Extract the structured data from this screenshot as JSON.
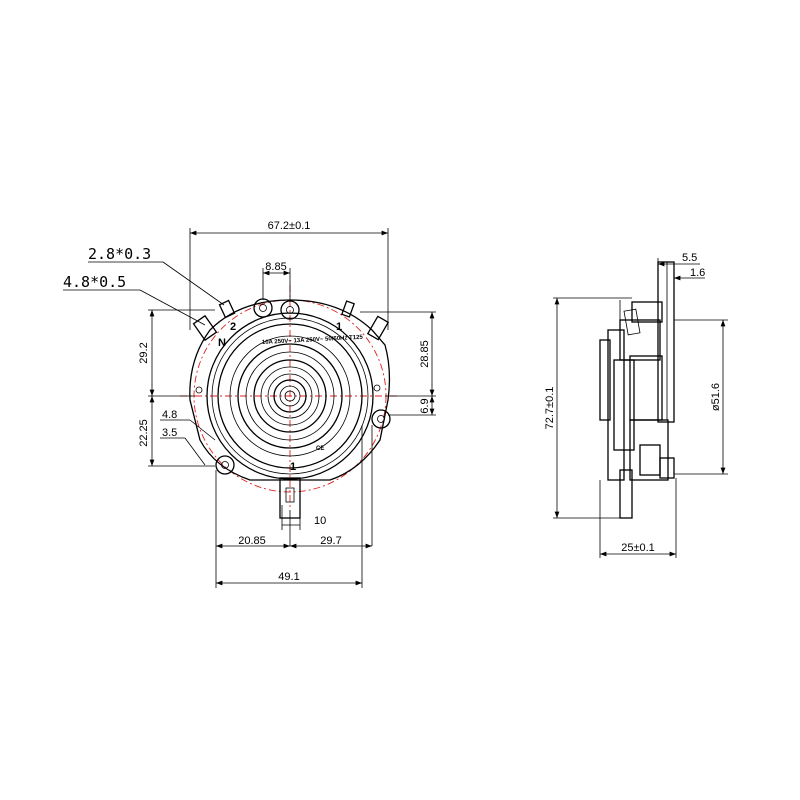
{
  "front_view": {
    "dimensions": {
      "overall_width": "67.2±0.1",
      "hole_offset": "8.85",
      "left_upper": "29.2",
      "right_upper": "28.85",
      "right_lower": "6.9",
      "left_lower": "22.25",
      "tab_a": "4.8",
      "tab_b": "3.5",
      "bottom_left": "20.85",
      "bottom_right": "29.7",
      "pin_width": "10",
      "hole_span": "49.1"
    },
    "terminal_specs": [
      "2.8*0.3",
      "4.8*0.5"
    ],
    "markings": {
      "rating": "10A 250V~  13A 250V~  50/60Hz  T125",
      "terminal_n": "N",
      "terminal_2": "2",
      "terminal_1": "1",
      "terminal_1b": "1",
      "ce": "CE"
    }
  },
  "side_view": {
    "dimensions": {
      "flange_thickness": "5.5",
      "plate_thickness": "1.6",
      "height": "72.7±0.1",
      "diameter": "ø51.6",
      "depth": "25±0.1"
    }
  },
  "colors": {
    "lines": "#000000",
    "centerlines": "#e02020"
  }
}
